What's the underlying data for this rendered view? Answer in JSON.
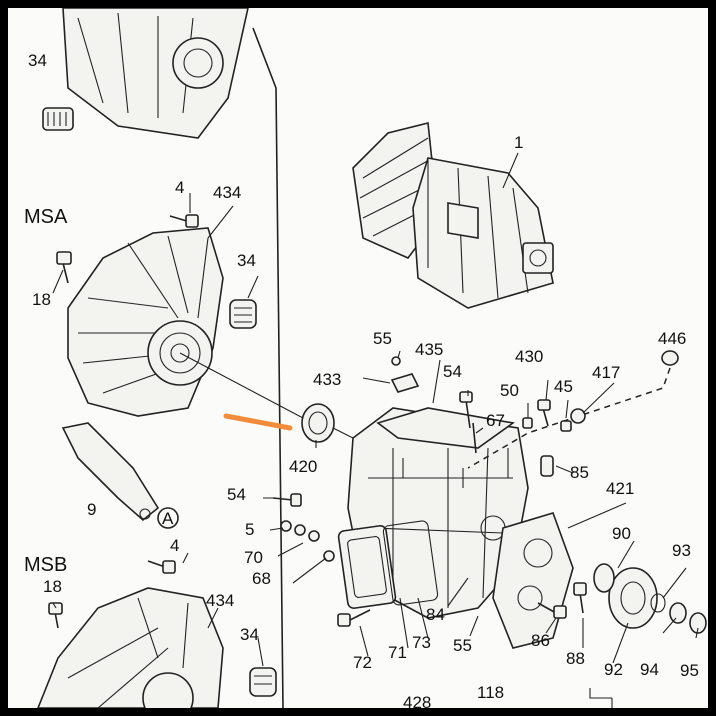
{
  "groups": {
    "msa": "MSA",
    "msb": "MSB"
  },
  "callouts": {
    "c34_top": "34",
    "c1": "1",
    "c4_msa": "4",
    "c434_msa": "434",
    "c34_msa": "34",
    "c18_msa": "18",
    "c55_top": "55",
    "c435": "435",
    "c430": "430",
    "c446": "446",
    "c433": "433",
    "c54_top": "54",
    "c50": "50",
    "c45": "45",
    "c417": "417",
    "c67": "67",
    "c420": "420",
    "c85": "85",
    "c421": "421",
    "c9": "9",
    "cA": "A",
    "c54_left": "54",
    "c5": "5",
    "c70": "70",
    "c68": "68",
    "c90": "90",
    "c93": "93",
    "c4_msb": "4",
    "c18_msb": "18",
    "c434_msb": "434",
    "c34_msb": "34",
    "c84": "84",
    "c86": "86",
    "c72": "72",
    "c71": "71",
    "c73": "73",
    "c55_bot": "55",
    "c88": "88",
    "c92": "92",
    "c94": "94",
    "c95": "95",
    "c428": "428",
    "c118": "118"
  },
  "colors": {
    "highlight": "#f28c3a",
    "ink": "#222222",
    "paper": "#fbfbf9"
  }
}
